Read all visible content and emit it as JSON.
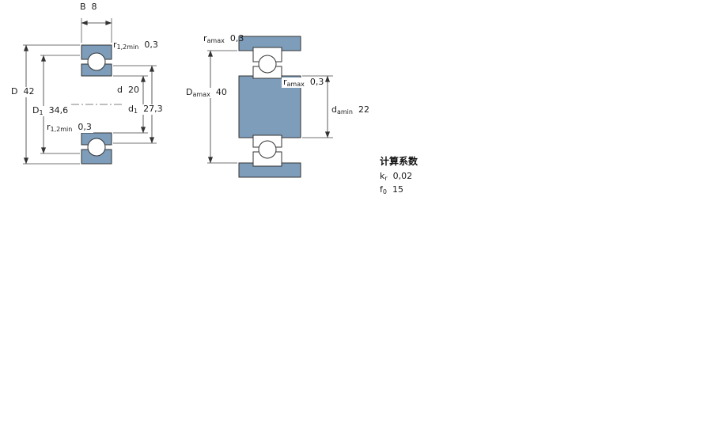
{
  "drawing": {
    "background": "#FFFFFF",
    "bearing_fill": "#7E9DBA",
    "outline_color": "#333333"
  },
  "left_figure": {
    "description": "bearing-cross-section",
    "dims": {
      "B": {
        "sym": "B",
        "sub": "",
        "value": "8"
      },
      "r12_top": {
        "sym": "r",
        "sub": "1,2min",
        "value": "0,3"
      },
      "D": {
        "sym": "D",
        "sub": "",
        "value": "42"
      },
      "D1": {
        "sym": "D",
        "sub": "1",
        "value": "34,6"
      },
      "d": {
        "sym": "d",
        "sub": "",
        "value": "20"
      },
      "d1": {
        "sym": "d",
        "sub": "1",
        "value": "27,3"
      },
      "r12_bottom": {
        "sym": "r",
        "sub": "1,2min",
        "value": "0,3"
      }
    }
  },
  "right_figure": {
    "description": "abutment-and-fillet-dimensions",
    "dims": {
      "ra_top": {
        "sym": "r",
        "sub": "amax",
        "value": "0,3"
      },
      "Da": {
        "sym": "D",
        "sub": "amax",
        "value": "40"
      },
      "ra_mid": {
        "sym": "r",
        "sub": "amax",
        "value": "0,3"
      },
      "da": {
        "sym": "d",
        "sub": "amin",
        "value": "22"
      }
    }
  },
  "calculation_factors": {
    "title": "计算系数",
    "rows": [
      {
        "sym": "k",
        "sub": "r",
        "value": "0,02"
      },
      {
        "sym": "f",
        "sub": "0",
        "value": "15"
      }
    ]
  }
}
